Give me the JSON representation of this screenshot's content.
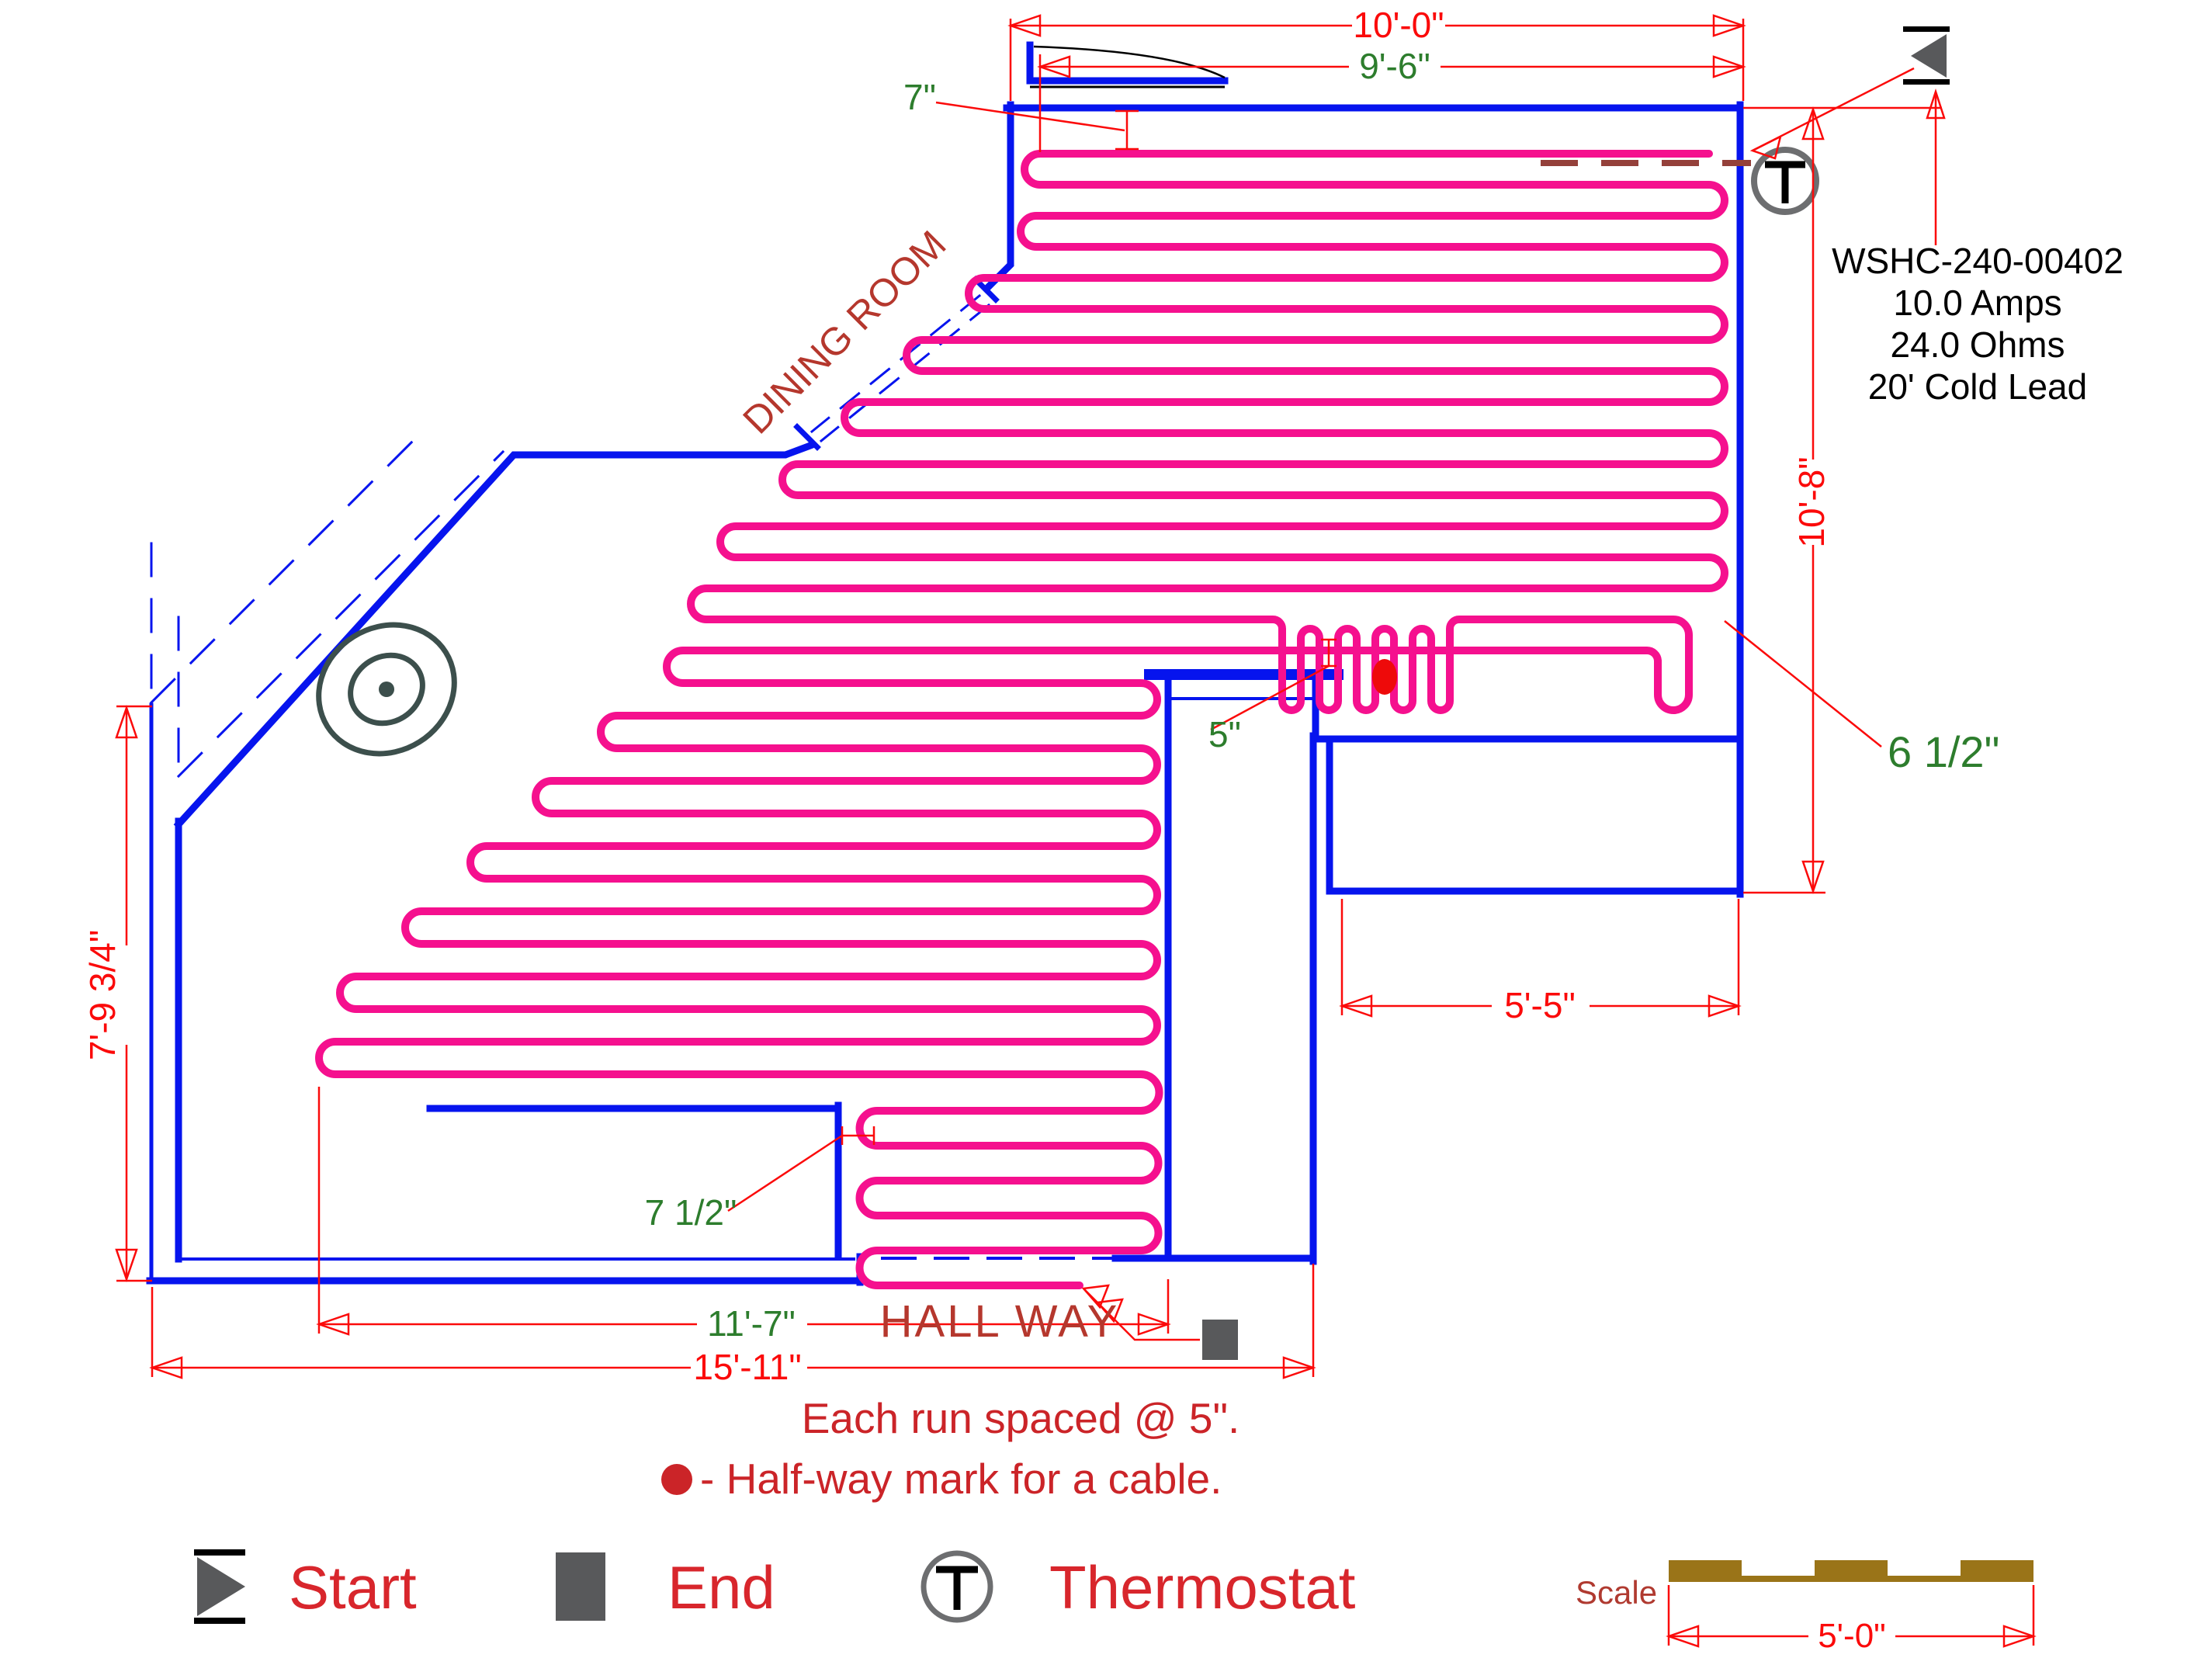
{
  "drawing_type": "floor-heating-cable-layout",
  "dimensions": {
    "top_outer": "10'-0\"",
    "top_inner": "9'-6\"",
    "wall_offset": "7\"",
    "right_height": "10'-8\"",
    "serpentine_edge_gap": "6 1/2\"",
    "run_gap": "5\"",
    "bottom_right_width": "5'-5\"",
    "left_height": "7'-9 3/4\"",
    "hallway_gap": "7 1/2\"",
    "heated_width": "11'-7\"",
    "total_width": "15'-11\""
  },
  "labels": {
    "dining_room": "DINING ROOM",
    "hallway": "HALL WAY"
  },
  "product": {
    "model": "WSHC-240-00402",
    "amps": "10.0  Amps",
    "ohms": "24.0 Ohms",
    "cold_lead": "20' Cold Lead"
  },
  "notes": {
    "spacing": "Each run spaced @ 5\".",
    "halfway": "- Half-way mark for a cable."
  },
  "legend": {
    "start": "Start",
    "end": "End",
    "thermostat": "Thermostat"
  },
  "scale": {
    "label": "Scale",
    "length": "5'-0\""
  },
  "colors": {
    "cable": "#f5108e",
    "wall": "#0614ee",
    "dimension": "#fb0a0a",
    "dim_green": "#2d7d2d",
    "room_label": "#b5372d",
    "note_red": "#cb2428",
    "cold_lead": "#94403a",
    "symbol_gray": "#58595b",
    "scale_bar": "#9a7418",
    "drain": "#3c4f4c"
  }
}
